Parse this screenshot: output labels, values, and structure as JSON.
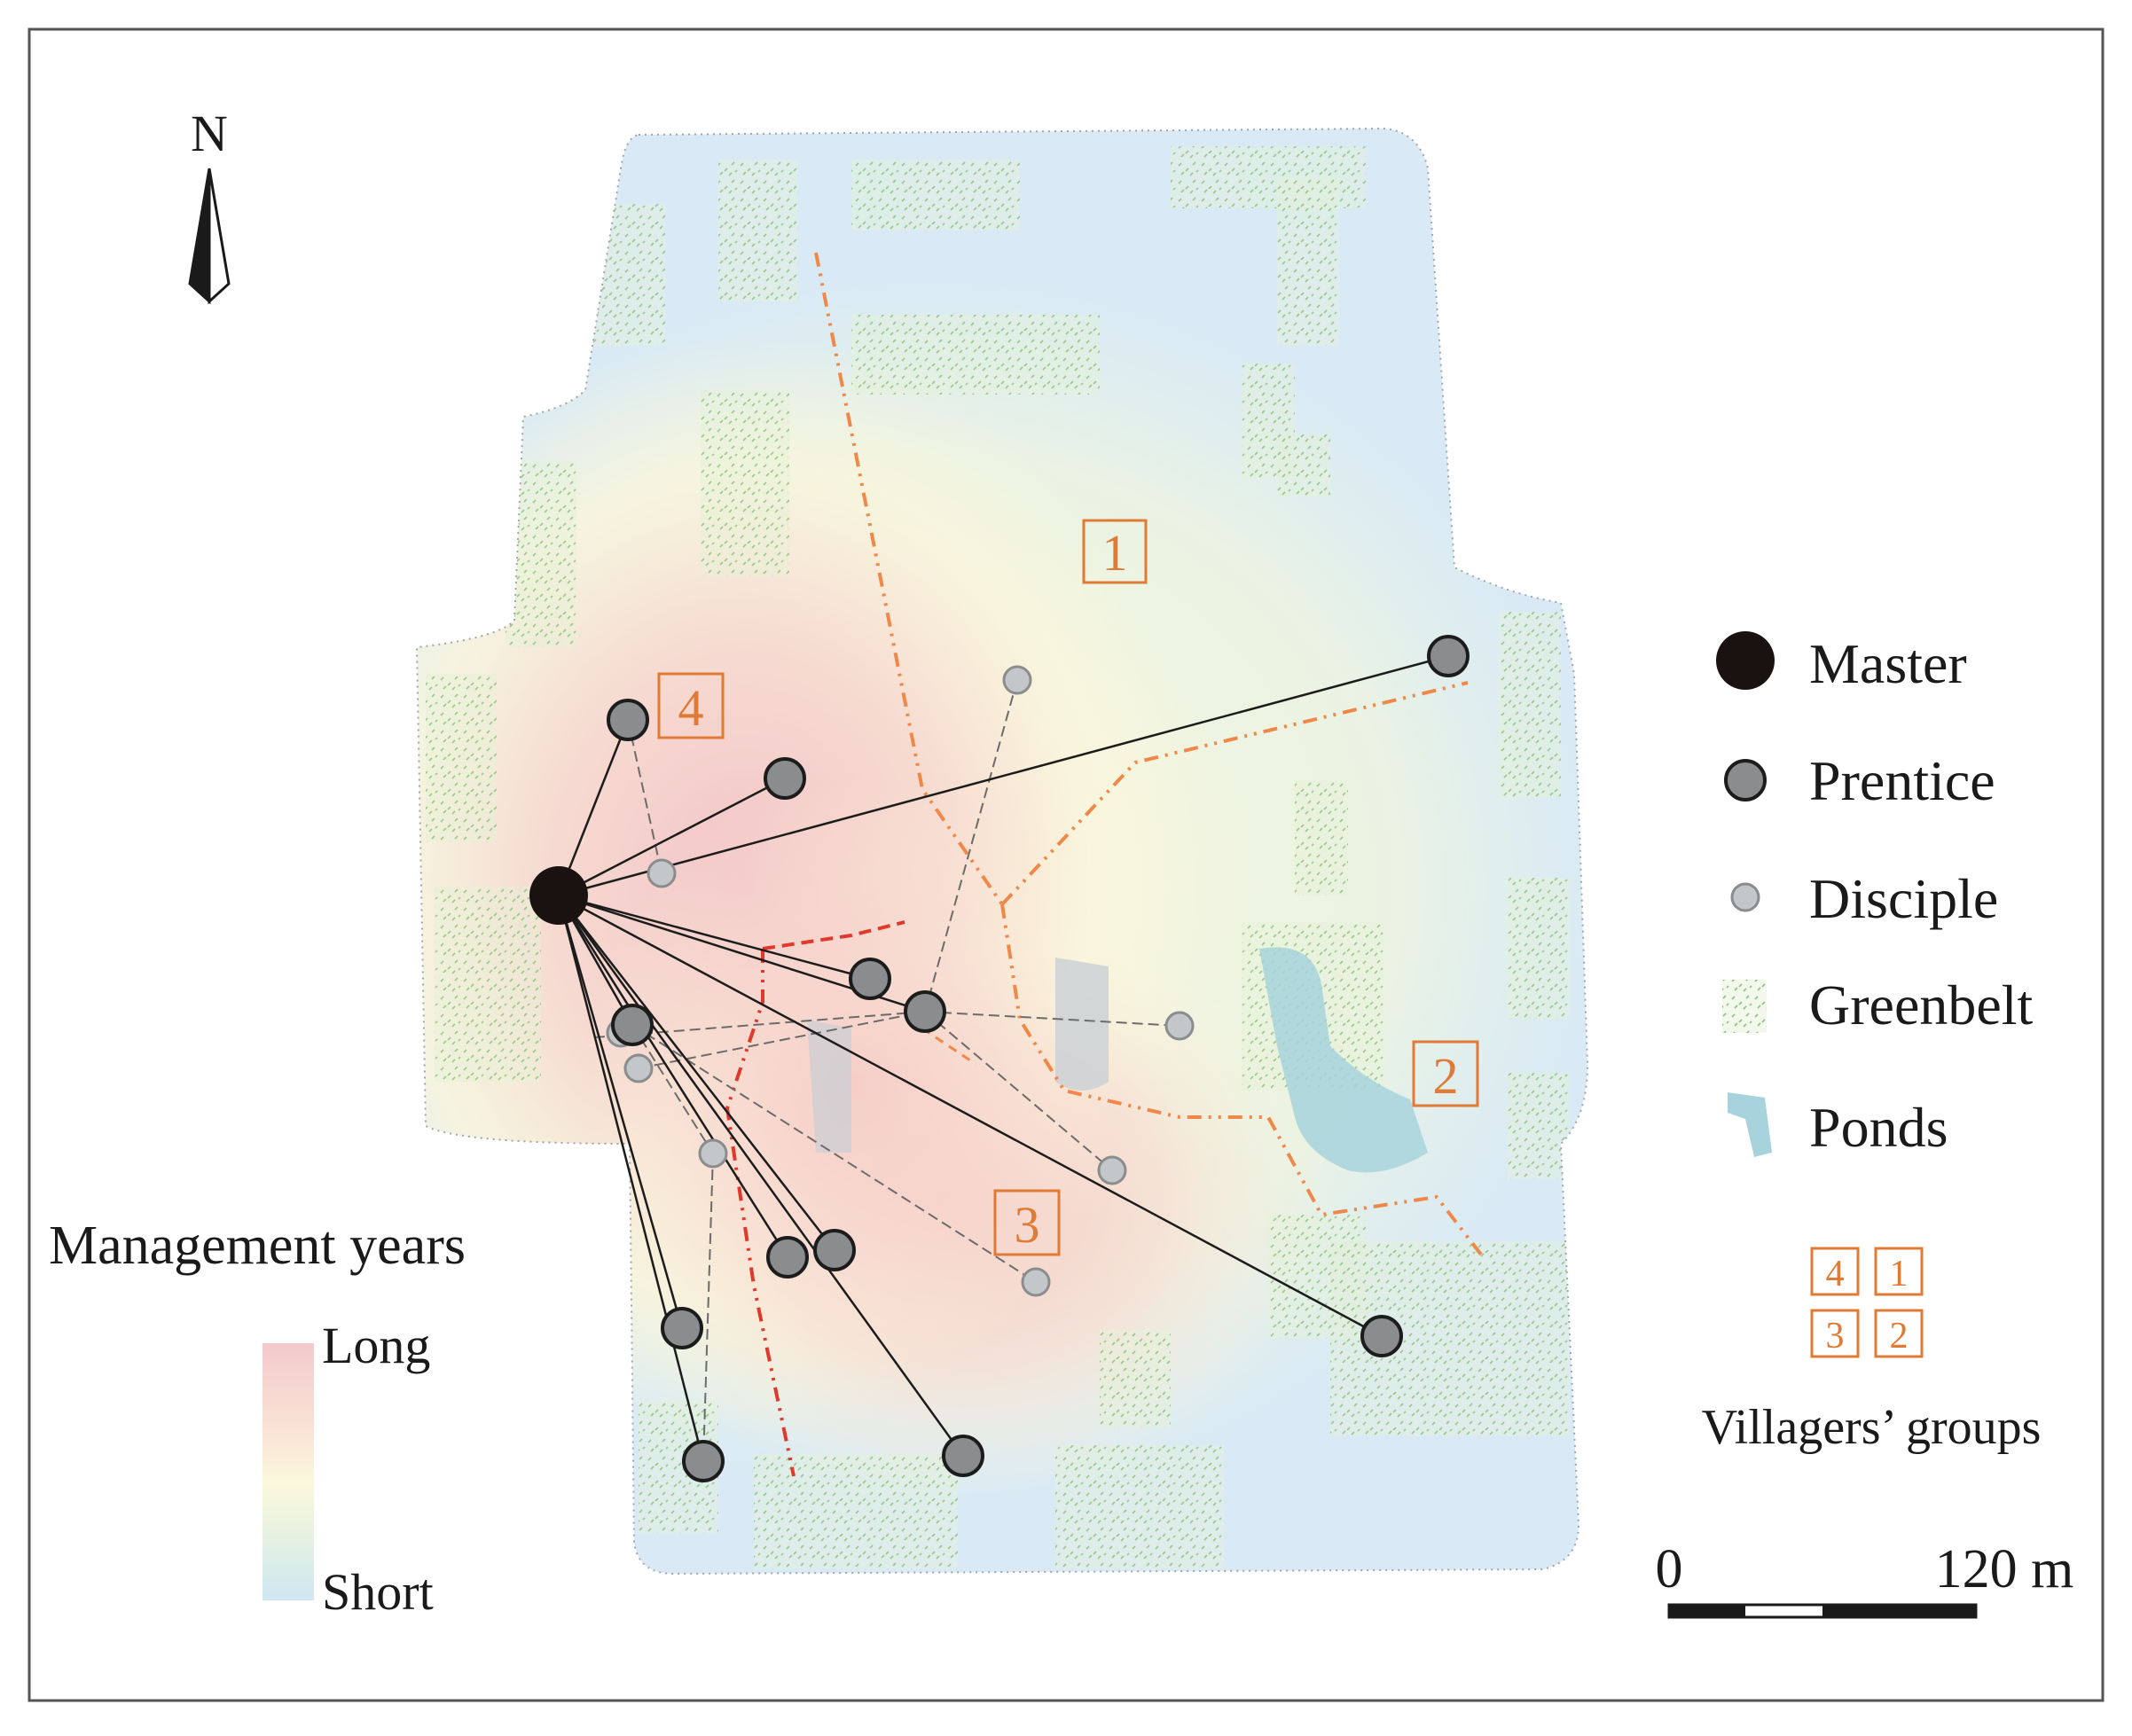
{
  "north_arrow": {
    "label": "N"
  },
  "group_labels": [
    "1",
    "2",
    "3",
    "4"
  ],
  "legend": {
    "items": [
      {
        "id": "master",
        "label": "Master",
        "color": "#1a1210"
      },
      {
        "id": "prentice",
        "label": "Prentice",
        "color": "#8a8c8e"
      },
      {
        "id": "disciple",
        "label": "Disciple",
        "color": "#c4c7ca"
      },
      {
        "id": "greenbelt",
        "label": "Greenbelt",
        "color": "#9ccf8a"
      },
      {
        "id": "ponds",
        "label": "Ponds",
        "color": "#a7d3dc"
      }
    ],
    "groups_grid": [
      "4",
      "1",
      "3",
      "2"
    ],
    "groups_caption": "Villagers’ groups"
  },
  "management_years": {
    "title": "Management years",
    "high_label": "Long",
    "low_label": "Short",
    "gradient": [
      "#f4c9cc",
      "#f9e4d6",
      "#fbf8dc",
      "#e6f2e2",
      "#cfe7f2"
    ]
  },
  "scale_bar": {
    "start_label": "0",
    "end_label": "120 m"
  },
  "colors": {
    "frame": "#555555",
    "boundary": "#f0884a",
    "boundary_strong": "#e0382a",
    "group_box": "#e07a35",
    "solid_link": "#1c1c1c",
    "dashed_link": "#6b6b6b"
  }
}
